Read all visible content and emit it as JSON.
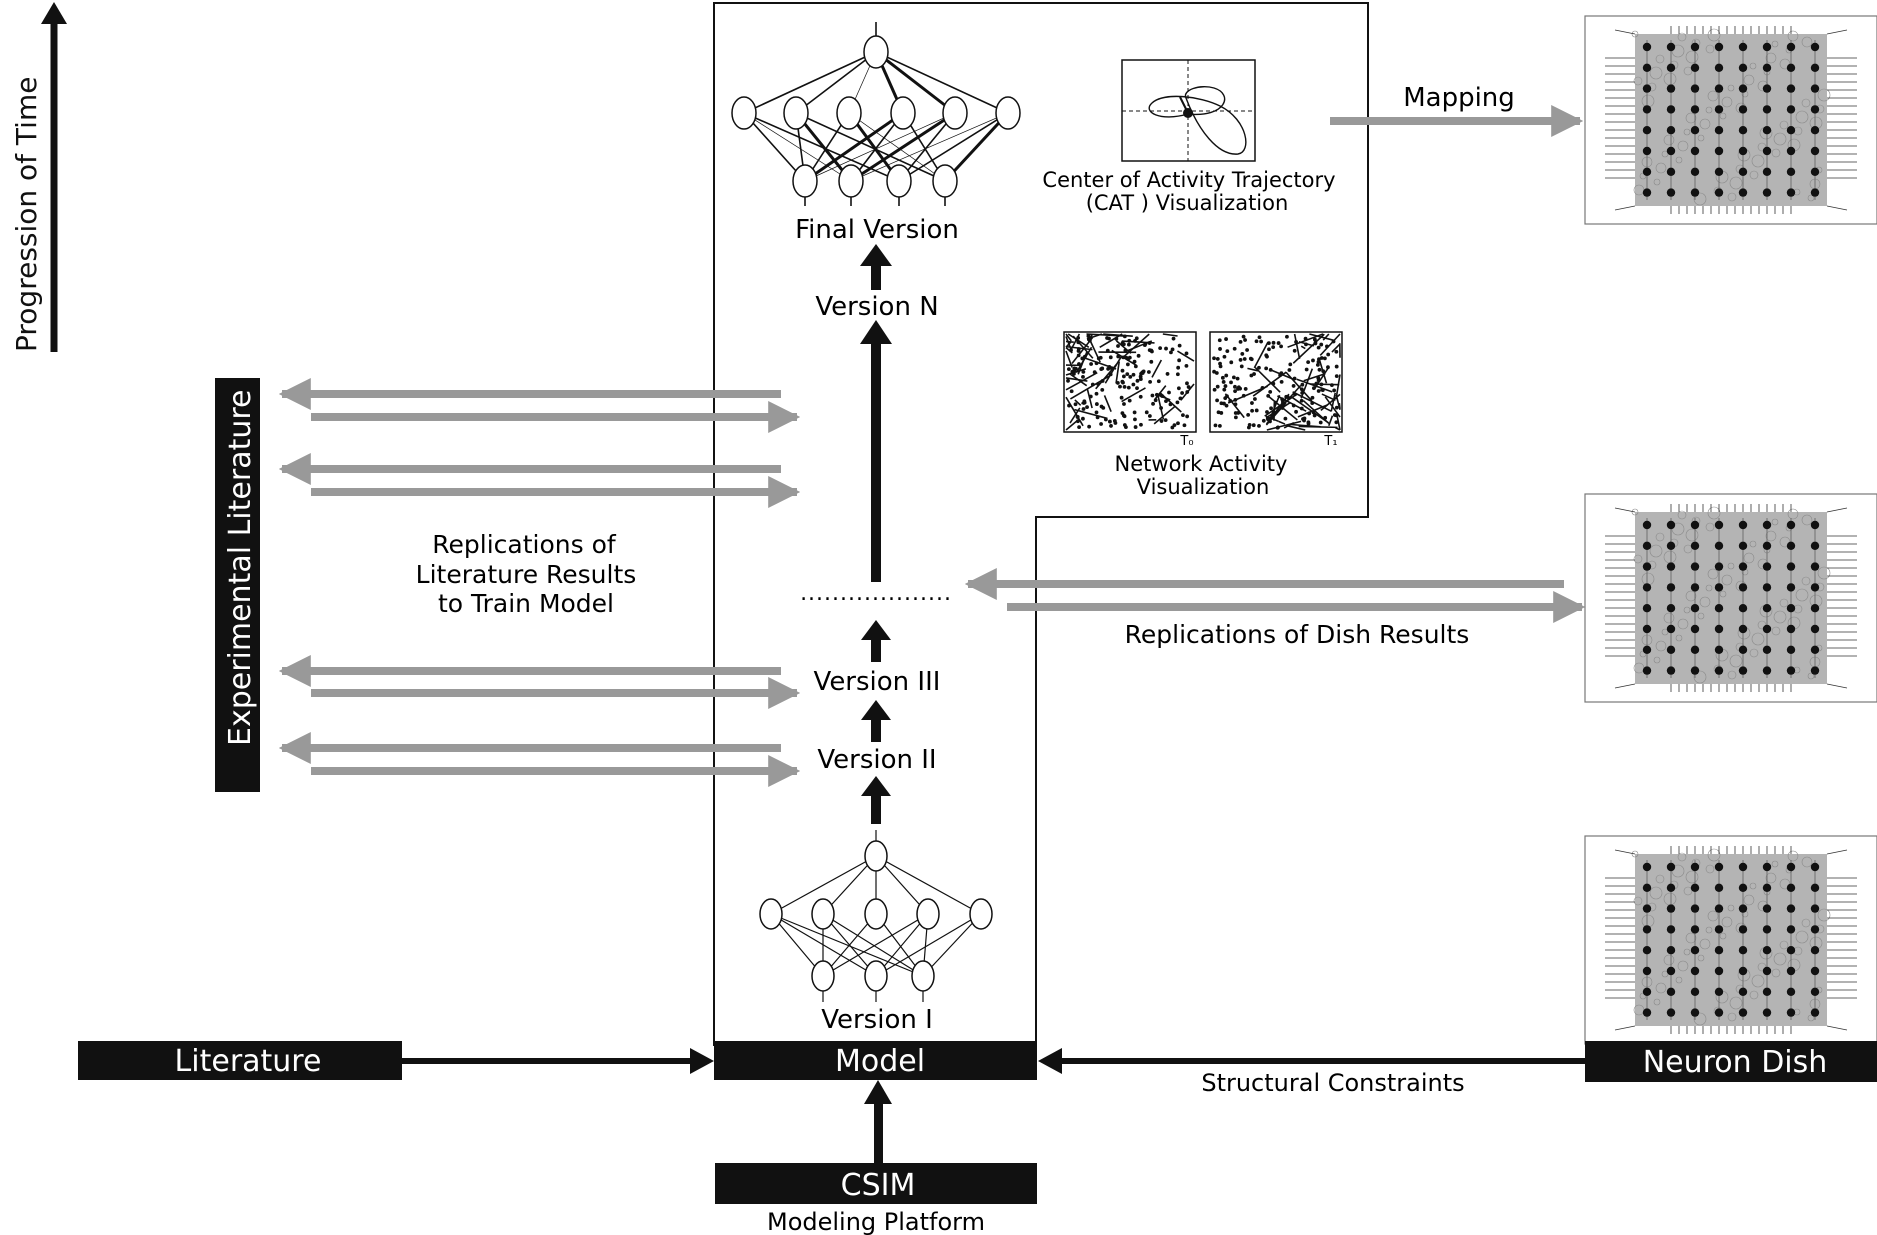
{
  "progression_label": "Progression of Time",
  "experimental_literature_label": "Experimental Literature",
  "replications_literature_lines": [
    "Replications of",
    "Literature Results",
    "to Train Model"
  ],
  "literature_label": "Literature",
  "model_label": "Model",
  "csim_label": "CSIM",
  "modeling_platform_label": "Modeling Platform",
  "neuron_dish_label": "Neuron Dish",
  "structural_constraints_label": "Structural Constraints",
  "replications_dish_label": "Replications of Dish Results",
  "mapping_label": "Mapping",
  "versions": {
    "v1": "Version I",
    "v2": "Version II",
    "v3": "Version III",
    "vn": "Version N",
    "final": "Final Version",
    "ellipsis": "..................."
  },
  "cat_lines": [
    "Center of Activity Trajectory",
    "(CAT ) Visualization"
  ],
  "network_activity_lines": [
    "Network Activity",
    "Visualization"
  ],
  "t0_label": "T₀",
  "t1_label": "T₁",
  "colors": {
    "black": "#111111",
    "gray_arrow": "#999999",
    "dish_gray": "#b4b4b4"
  }
}
